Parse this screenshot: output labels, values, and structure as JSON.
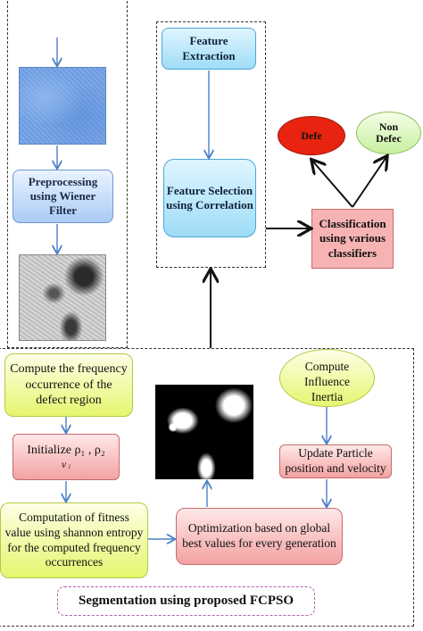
{
  "left_panel": {
    "preprocessing_label": "Preprocessing using Wiener Filter"
  },
  "feature_panel": {
    "extraction_label": "Feature Extraction",
    "selection_label": "Feature Selection using Correlation"
  },
  "classification": {
    "label": "Classification using various classifiers",
    "defect_label": "Defe",
    "nondefect_label": "Non Defec"
  },
  "fcpso_panel": {
    "compute_frequency_label": "Compute the frequency occurrence of the defect region",
    "initialize_label": "Initialize ρ₁ , ρ₂",
    "initialize_sub": "v ᵢ",
    "fitness_label": "Computation of fitness value using shannon entropy for the computed frequency occurrences",
    "compute_influence_label": "Compute Influence Inertia",
    "update_particle_label": "Update Particle position and velocity",
    "optimization_label": "Optimization based on global best values for every generation",
    "segmentation_title": "Segmentation using proposed FCPSO"
  },
  "colors": {
    "defect_fill": "#e8230f",
    "nondefect_fill": "#d9f5b8",
    "arrow_blue": "#4a7fc8",
    "title_border": "#b05fb0"
  }
}
